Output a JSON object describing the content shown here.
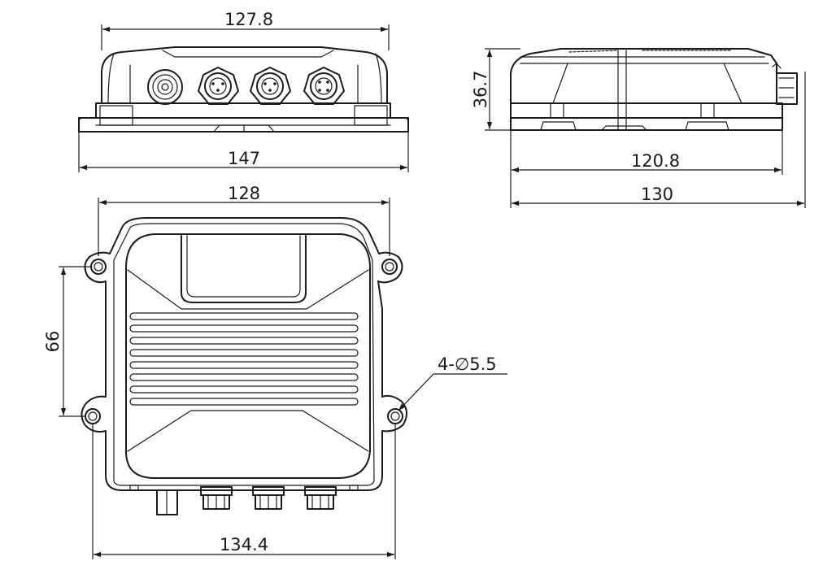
{
  "dimensions": {
    "front_top_width": "127.8",
    "front_base_width": "147",
    "side_height": "36.7",
    "side_inner_width": "120.8",
    "side_overall_width": "130",
    "top_width": "128",
    "top_hole_spacing": "66",
    "mount_holes": "4-∅5.5",
    "top_overall_width": "134.4"
  },
  "colors": {
    "line": "#1a1a1a",
    "background": "#ffffff"
  },
  "connector_icons": [
    "coax-connector-icon",
    "m12-3pin-connector-icon",
    "m12-3pin-connector-icon",
    "m12-4pin-connector-icon"
  ]
}
